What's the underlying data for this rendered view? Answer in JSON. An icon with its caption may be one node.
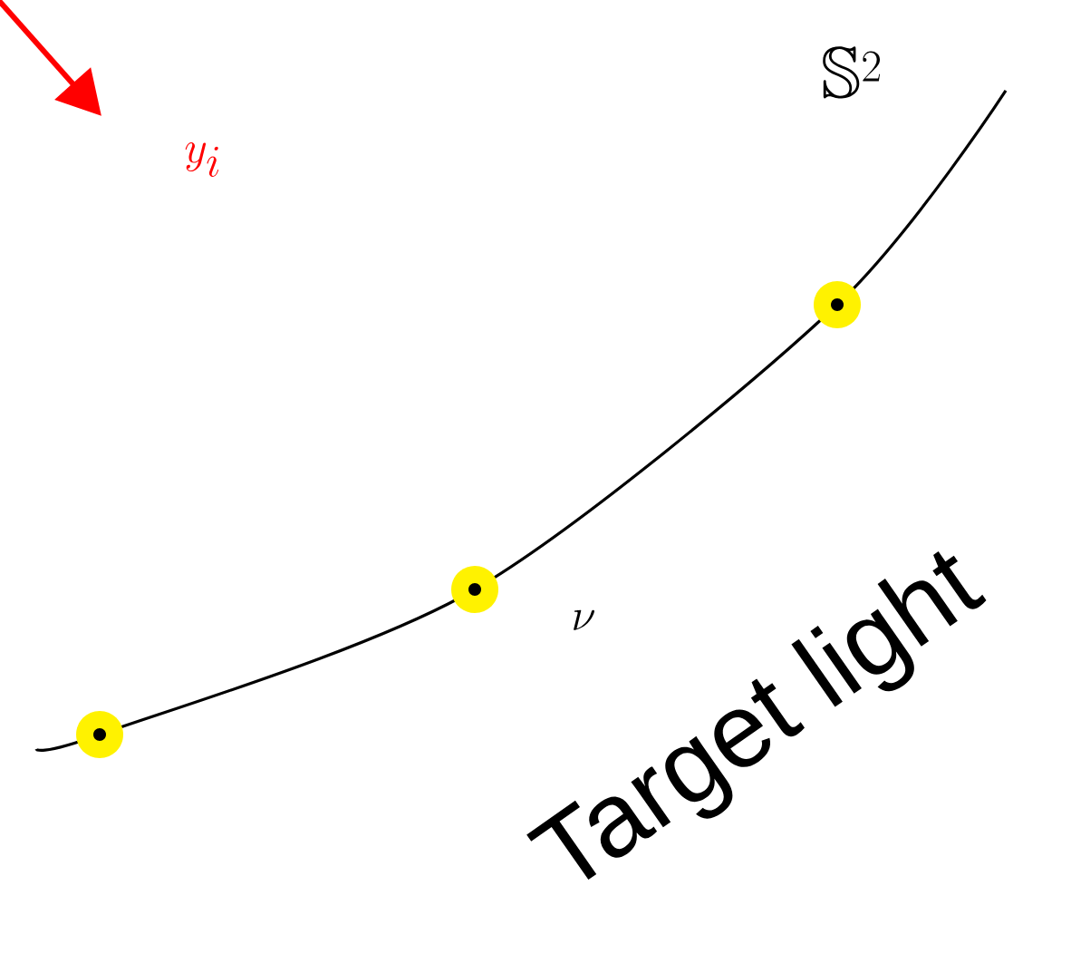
{
  "diagram": {
    "labels": [
      "\\mathbb{S}^2",
      "y_i",
      "\\nu",
      "Target light"
    ]
  }
}
